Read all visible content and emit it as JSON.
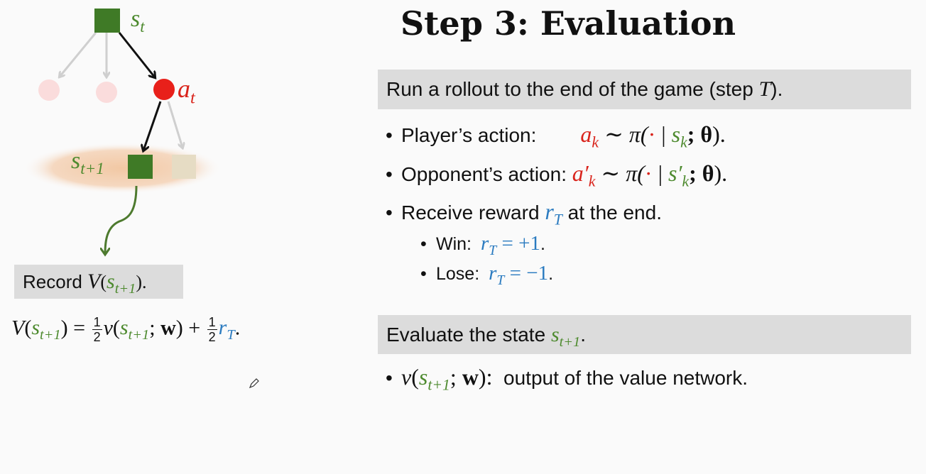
{
  "slide": {
    "title": "Step 3: Evaluation",
    "colors": {
      "state_green": "#3f7a26",
      "action_red": "#e8201a",
      "reward_blue": "#2b7bc0",
      "box_gray": "#dcdcdc"
    },
    "diagram": {
      "s_t": "s",
      "s_t_sub": "t",
      "a_t": "a",
      "a_t_sub": "t",
      "s_next": "s",
      "s_next_sub": "t+1"
    },
    "record_box": {
      "label": "Record ",
      "V": "V",
      "open": "(",
      "s": "s",
      "s_sub": "t+1",
      "close": ")."
    },
    "formula": {
      "V": "V",
      "open": "(",
      "s": "s",
      "s_sub": "t+1",
      "close_eq": ") = ",
      "half_num": "1",
      "half_den": "2",
      "v": "v",
      "v_open": "(",
      "v_s": "s",
      "v_s_sub": "t+1",
      "w_sep": "; ",
      "w": "w",
      "v_close": ") + ",
      "r": "r",
      "r_sub": "T",
      "end": "."
    },
    "rollout_box": {
      "text": "Run a rollout to the end of the game (step ",
      "T": "T",
      "end": ")."
    },
    "bullets": {
      "player": {
        "label": "Player’s action:",
        "a": "a",
        "a_sub": "k",
        "dist": " ∼ π(",
        "dot": "·",
        "bar": " | ",
        "s": "s",
        "s_sub": "k",
        "theta": "; θ",
        "end": ")."
      },
      "opponent": {
        "label": "Opponent’s action: ",
        "a": "a′",
        "a_sub": "k",
        "dist": " ∼ π(",
        "dot": "·",
        "bar": " | ",
        "s": "s′",
        "s_sub": "k",
        "theta": "; θ",
        "end": ")."
      },
      "reward": {
        "label": "Receive reward ",
        "r": "r",
        "r_sub": "T",
        "rest": " at the end."
      },
      "win": {
        "label": "Win:  ",
        "r": "r",
        "r_sub": "T",
        "value": " = +1",
        "end": "."
      },
      "lose": {
        "label": "Lose: ",
        "r": "r",
        "r_sub": "T",
        "value": " = −1",
        "end": "."
      }
    },
    "evaluate_box": {
      "text": "Evaluate the state ",
      "s": "s",
      "s_sub": "t+1",
      "end": "."
    },
    "value_bullet": {
      "v": "v",
      "open": "(",
      "s": "s",
      "s_sub": "t+1",
      "w_sep": "; ",
      "w": "w",
      "close": "):",
      "rest": "  output of the value network."
    },
    "bullet_glyph": "•",
    "cursor_icon": "pencil-icon"
  }
}
